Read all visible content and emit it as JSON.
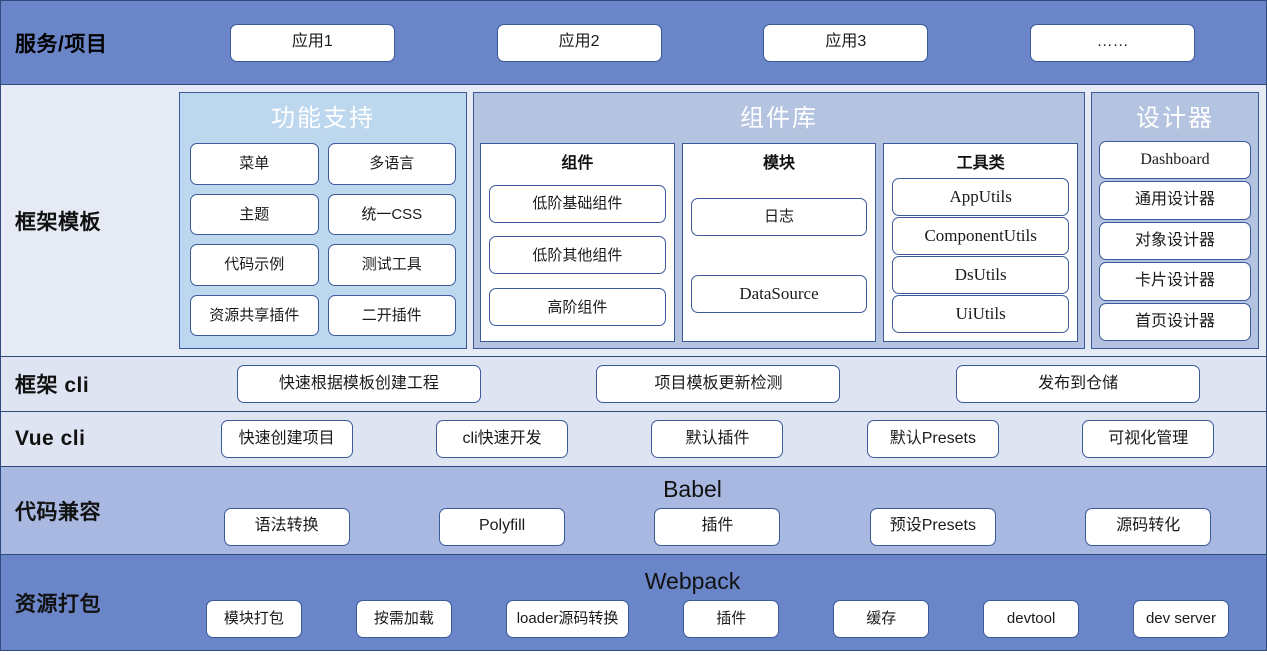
{
  "rows": {
    "service": {
      "label": "服务/项目",
      "items": [
        "应用1",
        "应用2",
        "应用3",
        "……"
      ]
    },
    "framework_template": {
      "label": "框架模板",
      "panels": {
        "feature_support": {
          "title": "功能支持",
          "items": [
            "菜单",
            "多语言",
            "主题",
            "统一CSS",
            "代码示例",
            "测试工具",
            "资源共享插件",
            "二开插件"
          ]
        },
        "component_library": {
          "title": "组件库",
          "columns": [
            {
              "title": "组件",
              "items": [
                "低阶基础组件",
                "低阶其他组件",
                "高阶组件"
              ]
            },
            {
              "title": "模块",
              "items": [
                "日志",
                "DataSource"
              ]
            },
            {
              "title": "工具类",
              "items": [
                "AppUtils",
                "ComponentUtils",
                "DsUtils",
                "UiUtils"
              ]
            }
          ]
        },
        "designer": {
          "title": "设计器",
          "items": [
            "Dashboard",
            "通用设计器",
            "对象设计器",
            "卡片设计器",
            "首页设计器"
          ]
        }
      }
    },
    "framework_cli": {
      "label": "框架 cli",
      "items": [
        "快速根据模板创建工程",
        "项目模板更新检测",
        "发布到仓储"
      ]
    },
    "vue_cli": {
      "label": "Vue cli",
      "items": [
        "快速创建项目",
        "cli快速开发",
        "默认插件",
        "默认Presets",
        "可视化管理"
      ]
    },
    "code_compat": {
      "label": "代码兼容",
      "section_title": "Babel",
      "items": [
        "语法转换",
        "Polyfill",
        "插件",
        "预设Presets",
        "源码转化"
      ]
    },
    "resource_bundle": {
      "label": "资源打包",
      "section_title": "Webpack",
      "items": [
        "模块打包",
        "按需加载",
        "loader源码转换",
        "插件",
        "缓存",
        "devtool",
        "dev server"
      ]
    }
  },
  "colors": {
    "header_blue": "#6b86c8",
    "template_bg": "#e6eaf5",
    "feature_panel": "#bdd7ee",
    "complib_panel": "#b4c3e0",
    "cli_bg": "#dfe4f2",
    "babel_bg": "#a8b8e0",
    "border": "#3a5a9c"
  }
}
